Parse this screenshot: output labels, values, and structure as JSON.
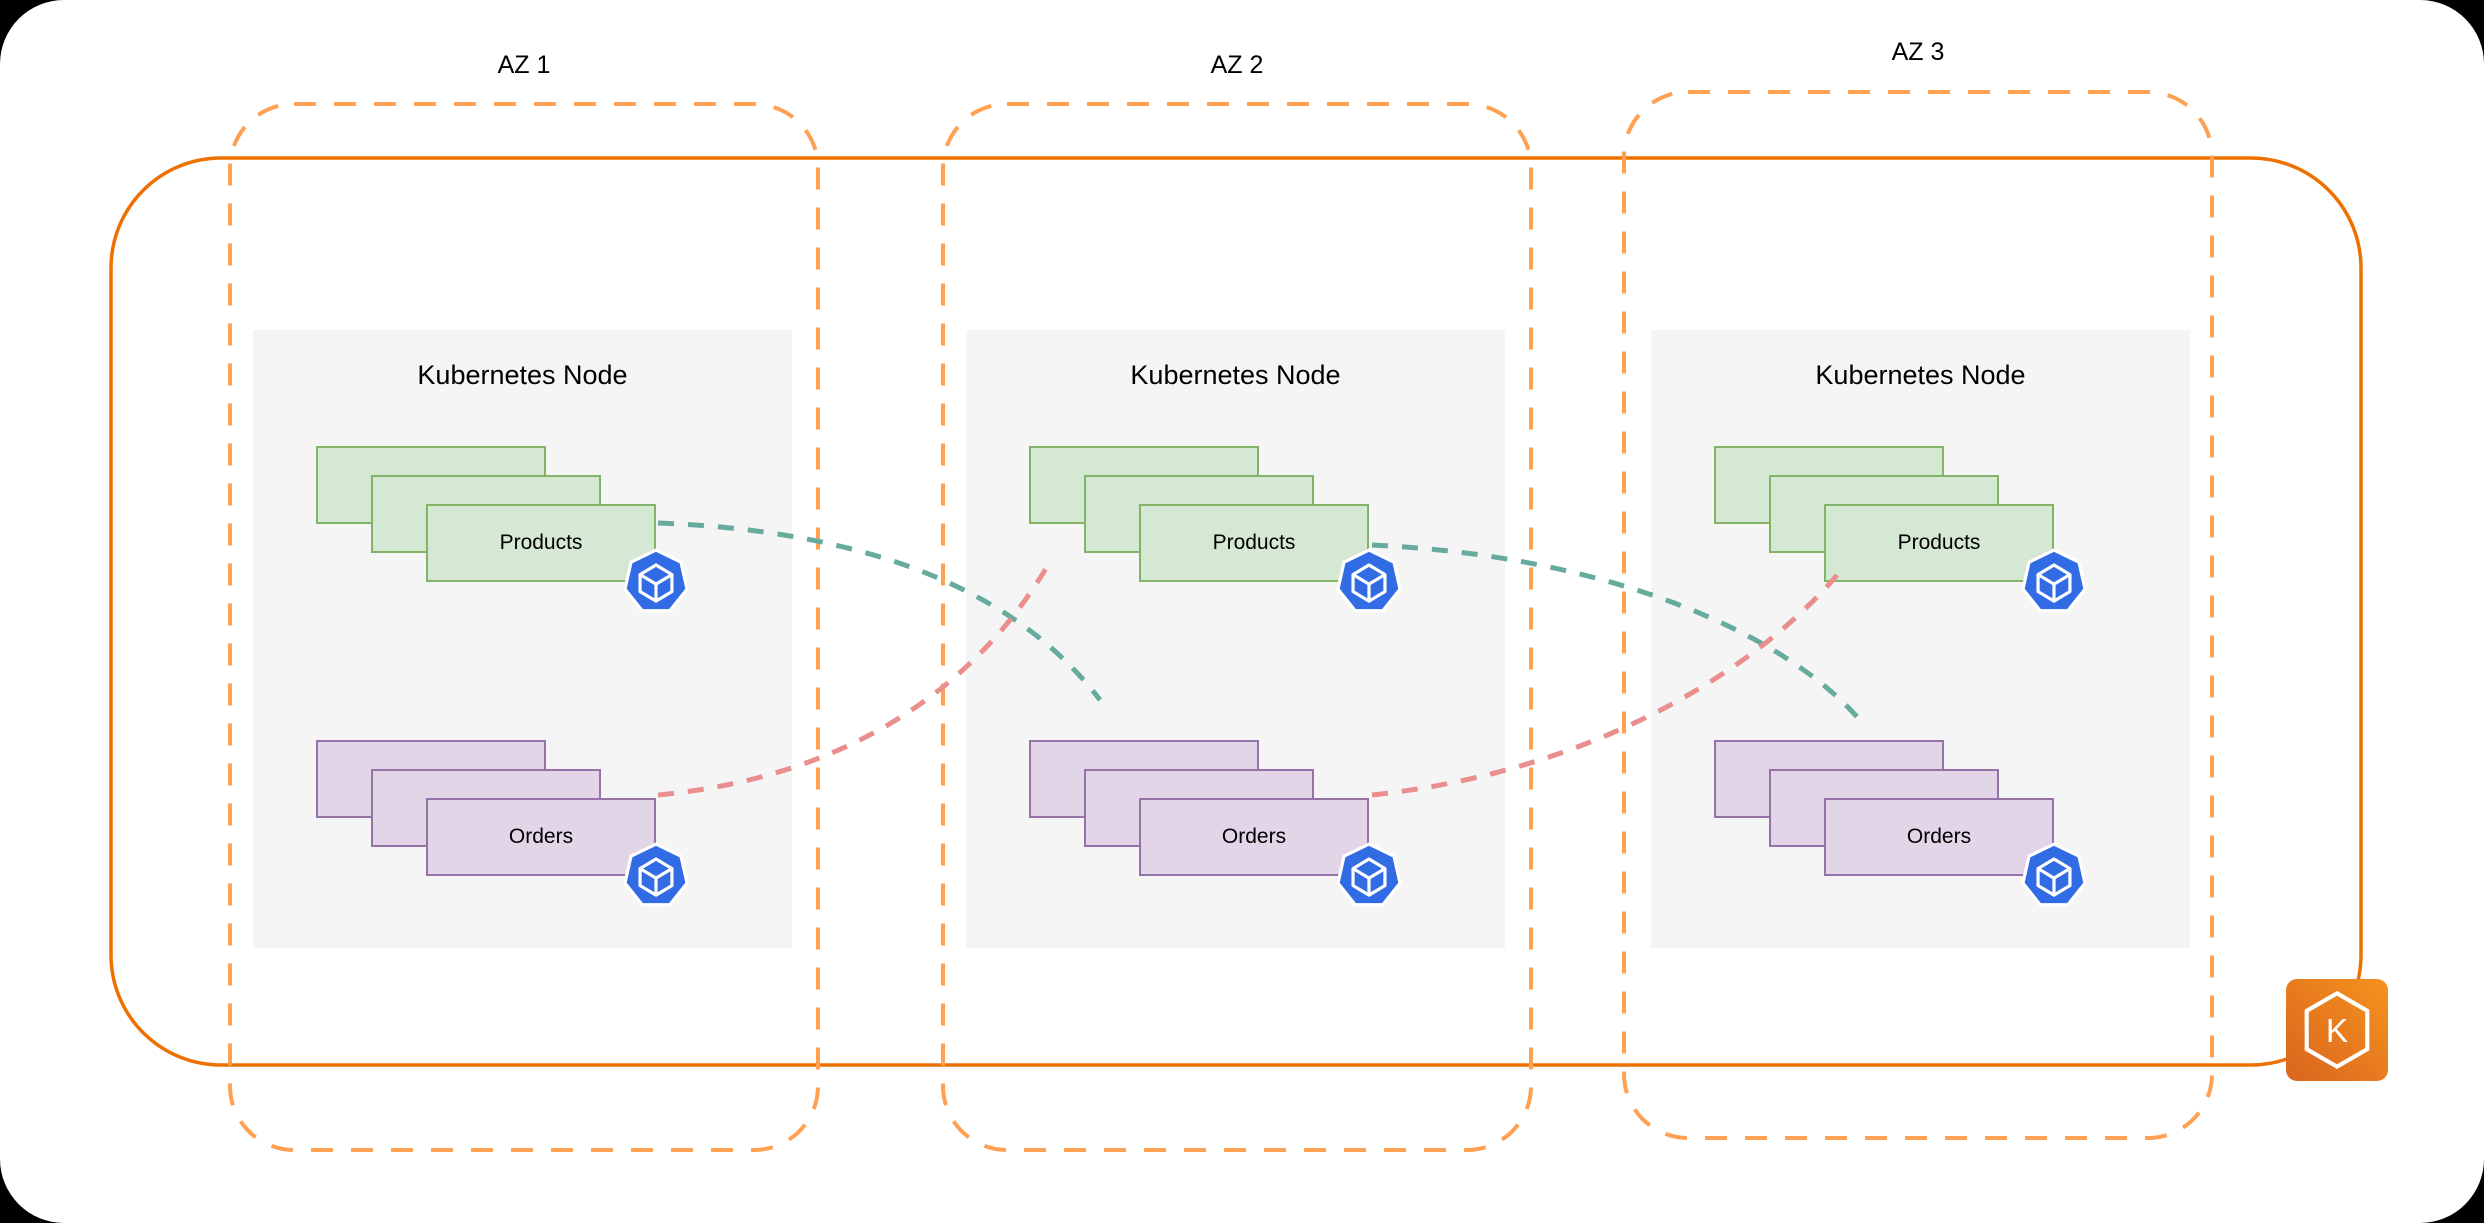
{
  "azs": [
    {
      "label": "AZ 1",
      "node": {
        "title": "Kubernetes Node",
        "workloads": [
          {
            "name": "Products",
            "replicas": 3
          },
          {
            "name": "Orders",
            "replicas": 3
          }
        ]
      }
    },
    {
      "label": "AZ 2",
      "node": {
        "title": "Kubernetes Node",
        "workloads": [
          {
            "name": "Products",
            "replicas": 3
          },
          {
            "name": "Orders",
            "replicas": 3
          }
        ]
      }
    },
    {
      "label": "AZ 3",
      "node": {
        "title": "Kubernetes Node",
        "workloads": [
          {
            "name": "Products",
            "replicas": 3
          },
          {
            "name": "Orders",
            "replicas": 3
          }
        ]
      }
    }
  ],
  "flows": [
    {
      "from": "az1-products",
      "to": "az2-orders",
      "style": "dashed",
      "color": "#67AB9F"
    },
    {
      "from": "az2-products",
      "to": "az3-orders",
      "style": "dashed",
      "color": "#67AB9F"
    },
    {
      "from": "az1-orders",
      "to": "az2-products",
      "style": "dashed",
      "color": "#EA8E8E"
    },
    {
      "from": "az2-orders",
      "to": "az3-products",
      "style": "dashed",
      "color": "#EA8E8E"
    }
  ],
  "icons": {
    "pod": "kubernetes-pod-icon",
    "cluster": "amazon-eks-icon",
    "cluster_letter": "K"
  },
  "colors": {
    "cluster_border": "#ED7100",
    "az_border": "#FFA052",
    "node_fill": "#F5F5F5",
    "products_fill": "#D5E8D4",
    "products_stroke": "#82B366",
    "orders_fill": "#E1D5E7",
    "orders_stroke": "#9673A6",
    "flow_teal": "#67AB9F",
    "flow_pink": "#EA8E8E",
    "pod_blue": "#326CE5"
  }
}
